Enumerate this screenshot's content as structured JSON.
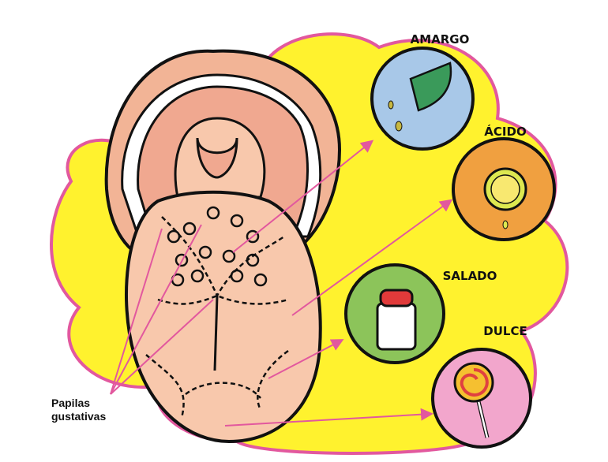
{
  "labels": {
    "bitter": "AMARGO",
    "sour": "ÁCIDO",
    "salty": "SALADO",
    "sweet": "DULCE",
    "papillae_line1": "Papilas",
    "papillae_line2": "gustativas"
  },
  "colors": {
    "background_blob": "#fff22e",
    "blob_outline": "#e2589e",
    "arrow": "#e2589e",
    "bitter_circle": "#a8c8e8",
    "sour_circle": "#f0a040",
    "salty_circle": "#8cc45a",
    "sweet_circle": "#f2a6cc",
    "tongue": "#f8c8ac",
    "lips": "#f2b496"
  }
}
